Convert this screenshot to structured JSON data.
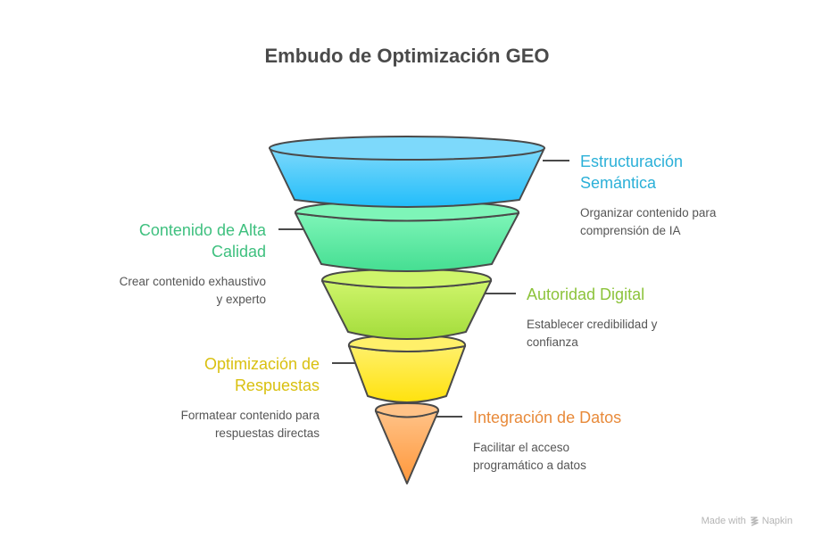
{
  "title": "Embudo de Optimización GEO",
  "stages": [
    {
      "heading_line1": "Estructuración",
      "heading_line2": "Semántica",
      "desc_line1": "Organizar contenido para",
      "desc_line2": "comprensión de IA",
      "color": "#2bb0d8",
      "fill_top": "#7dd9fb",
      "fill_bottom": "#22bdfa",
      "side": "right"
    },
    {
      "heading_line1": "Contenido de Alta",
      "heading_line2": "Calidad",
      "desc_line1": "Crear contenido exhaustivo",
      "desc_line2": "y experto",
      "color": "#3fc07f",
      "fill_top": "#7ef5b8",
      "fill_bottom": "#45de92",
      "side": "left"
    },
    {
      "heading_line1": "Autoridad Digital",
      "heading_line2": "",
      "desc_line1": "Establecer credibilidad y",
      "desc_line2": "confianza",
      "color": "#8cc33b",
      "fill_top": "#cff56b",
      "fill_bottom": "#a3dc3b",
      "side": "right"
    },
    {
      "heading_line1": "Optimización de",
      "heading_line2": "Respuestas",
      "desc_line1": "Formatear contenido para",
      "desc_line2": "respuestas directas",
      "color": "#d9c010",
      "fill_top": "#fff06a",
      "fill_bottom": "#ffe20e",
      "side": "left"
    },
    {
      "heading_line1": "Integración de Datos",
      "heading_line2": "",
      "desc_line1": "Facilitar el acceso",
      "desc_line2": "programático a datos",
      "color": "#e88a3a",
      "fill_top": "#ffc287",
      "fill_bottom": "#ff973a",
      "side": "right"
    }
  ],
  "footer": {
    "made_with": "Made with",
    "brand": "Napkin"
  }
}
